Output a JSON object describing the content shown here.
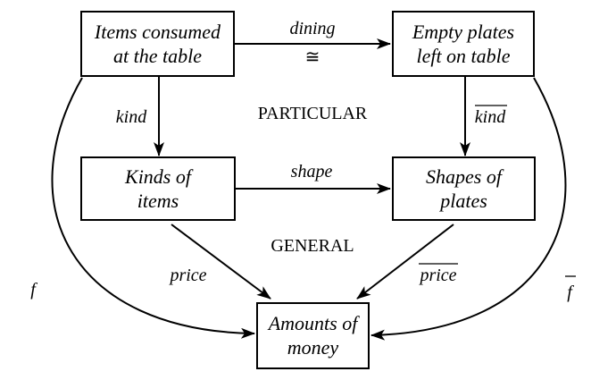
{
  "nodes": {
    "items_consumed": {
      "line1": "Items consumed",
      "line2": "at the table"
    },
    "empty_plates": {
      "line1": "Empty plates",
      "line2": "left on table"
    },
    "kinds_of_items": {
      "line1": "Kinds of",
      "line2": "items"
    },
    "shapes_of_plates": {
      "line1": "Shapes of",
      "line2": "plates"
    },
    "amounts_of_money": {
      "line1": "Amounts of",
      "line2": "money"
    }
  },
  "edges": {
    "dining": "dining",
    "iso": "≅",
    "kind": "kind",
    "kind_bar": "kind",
    "shape": "shape",
    "price": "price",
    "price_bar": "price",
    "f": "f",
    "f_bar": "f"
  },
  "regions": {
    "particular": "PARTICULAR",
    "general": "GENERAL"
  },
  "colors": {
    "ink": "#000000",
    "background": "#ffffff"
  }
}
